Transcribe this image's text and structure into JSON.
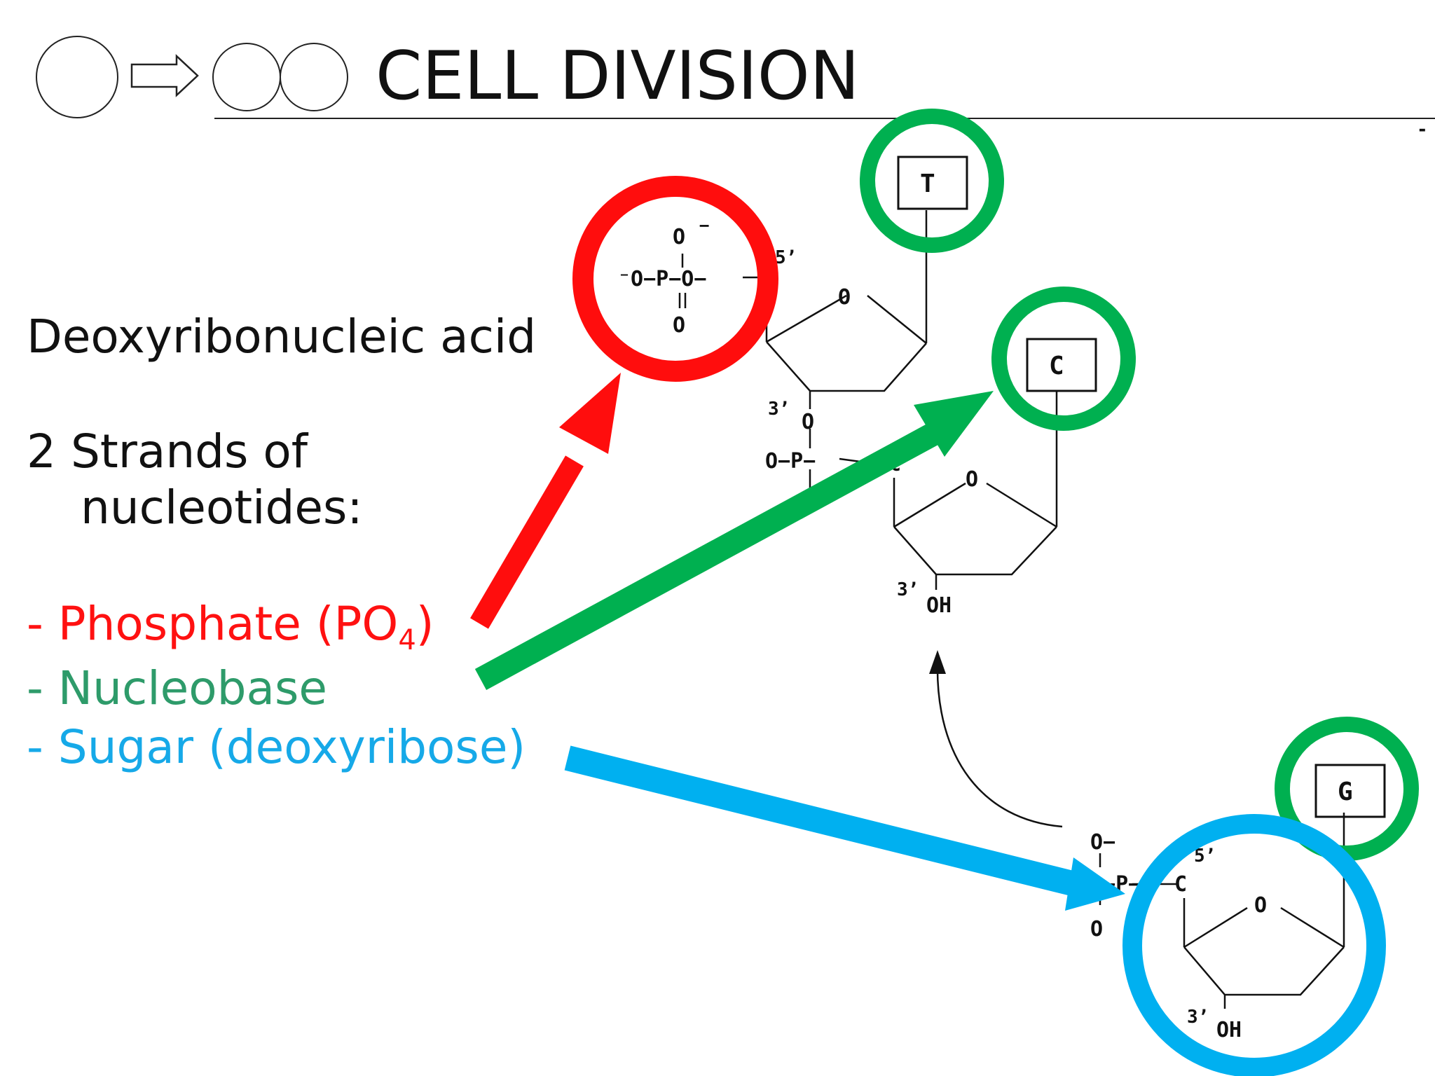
{
  "header": {
    "title": "CELL DIVISION"
  },
  "body": {
    "line1": "Deoxyribonucleic acid",
    "line2a": "2 Strands of",
    "line2b": "nucleotides:",
    "items": [
      {
        "prefix": "- ",
        "label": "Phosphate (PO",
        "sub": "4",
        "suffix": ")",
        "color": "#ff1111"
      },
      {
        "prefix": "- ",
        "label": "Nucleobase",
        "color": "#2e9b6a"
      },
      {
        "prefix": "- ",
        "label": "Sugar (deoxyribose)",
        "color": "#16a9e8"
      }
    ]
  },
  "molecule": {
    "bases": [
      "T",
      "C",
      "G"
    ],
    "phosphate_top": {
      "o_top": "O",
      "minus": "−",
      "row": "⁻O−P−O−",
      "o_bottom": "O",
      "dbl": "="
    },
    "labels": {
      "five_prime": "5’",
      "three_prime": "3’",
      "ring_o": "O",
      "oh": "OH",
      "c": "C",
      "p_row": "O−P−",
      "o": "O",
      "o_minus": "O−",
      "dash": "-"
    }
  },
  "colors": {
    "phosphate": "#ff1111",
    "nucleobase": "#00b050",
    "sugar": "#00b0f0"
  }
}
